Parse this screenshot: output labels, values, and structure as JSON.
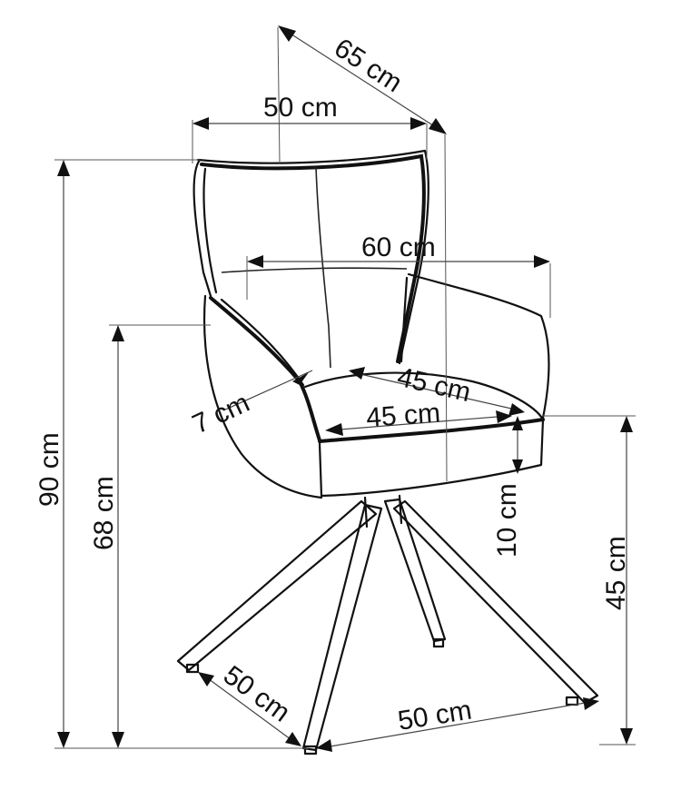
{
  "dimensions": {
    "depth": "65 cm",
    "top_width": "50 cm",
    "arm_width": "60 cm",
    "seat_depth": "45 cm",
    "seat_width": "45 cm",
    "arm_thickness": "7 cm",
    "seat_thickness": "10 cm",
    "total_height": "90 cm",
    "arm_height": "68 cm",
    "seat_height": "45 cm",
    "base_depth": "50 cm",
    "base_width": "50 cm"
  }
}
